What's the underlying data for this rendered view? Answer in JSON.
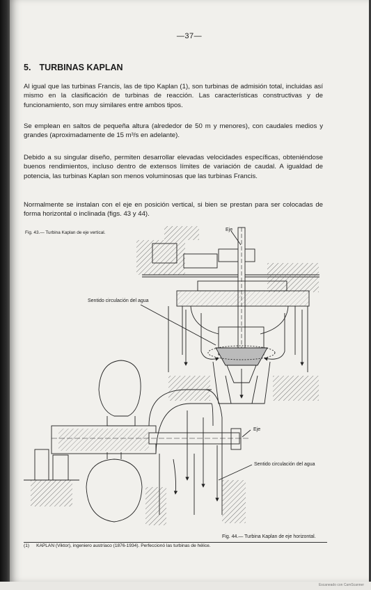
{
  "page": {
    "number": "—37—"
  },
  "section": {
    "number": "5.",
    "title": "TURBINAS KAPLAN"
  },
  "paragraphs": [
    "Al igual que las turbinas Francis, las de tipo Kaplan (1), son turbinas de admisión total, incluidas así mismo en la clasificación de turbinas de reacción. Las características constructivas y de funcionamiento, son muy similares entre ambos tipos.",
    "Se emplean en saltos de pequeña altura (alrededor de 50 m y menores), con caudales medios y grandes (aproximadamente de 15 m³/s en adelante).",
    "Debido a su singular diseño, permiten desarrollar elevadas velocidades específicas, obteniéndose buenos rendimientos, incluso dentro de extensos límites de variación de caudal. A igualdad de potencia, las turbinas Kaplan son menos voluminosas que las turbinas Francis.",
    "Normalmente se instalan con el eje en posición vertical, si bien se prestan para ser colocadas de forma horizontal o inclinada (figs. 43 y 44)."
  ],
  "figures": {
    "fig43": {
      "caption": "Fig. 43.— Turbina Kaplan de eje vertical.",
      "label_shaft": "Eje",
      "label_flow": "Sentido circulación del agua"
    },
    "fig44": {
      "caption": "Fig. 44.— Turbina Kaplan de eje horizontal.",
      "label_shaft": "Eje",
      "label_flow": "Sentido circulación del agua"
    }
  },
  "footnote": {
    "mark": "(1)",
    "text": "KAPLAN (Viktor), ingeniero austríaco (1876-1934). Perfeccionó las turbinas de hélice."
  },
  "scanner": {
    "text": "Escaneado con CamScanner"
  }
}
